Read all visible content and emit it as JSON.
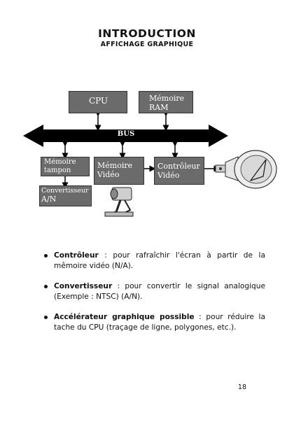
{
  "header": {
    "title": "INTRODUCTION",
    "subtitle": "AFFICHAGE GRAPHIQUE"
  },
  "diagram": {
    "cpu": "CPU",
    "ram_line1": "Mémoire",
    "ram_line2": "RAM",
    "bus": "BUS",
    "tampon_line1": "Mémoire",
    "tampon_line2": "tampon",
    "video_mem_line1": "Mémoire",
    "video_mem_line2": "Vidéo",
    "controller_line1": "Contrôleur",
    "controller_line2": "Vidéo",
    "converter_line1": "Convertisseur",
    "converter_line2": "A/N",
    "colors": {
      "box": "#6b6b6b",
      "bus": "#000000"
    }
  },
  "bullets": [
    {
      "term": "Contrôleur",
      "text": " : pour rafraîchir l'écran à partir de la mêmoire vidéo (N/A)."
    },
    {
      "term": "Convertisseur",
      "text": " : pour convertir le signal analogique (Exemple : NTSC) (A/N)."
    },
    {
      "term": "Accélérateur graphique possible",
      "text": " : pour réduire la tache du CPU (traçage de ligne, polygones, etc.)."
    }
  ],
  "footer": {
    "page_number": "18"
  }
}
